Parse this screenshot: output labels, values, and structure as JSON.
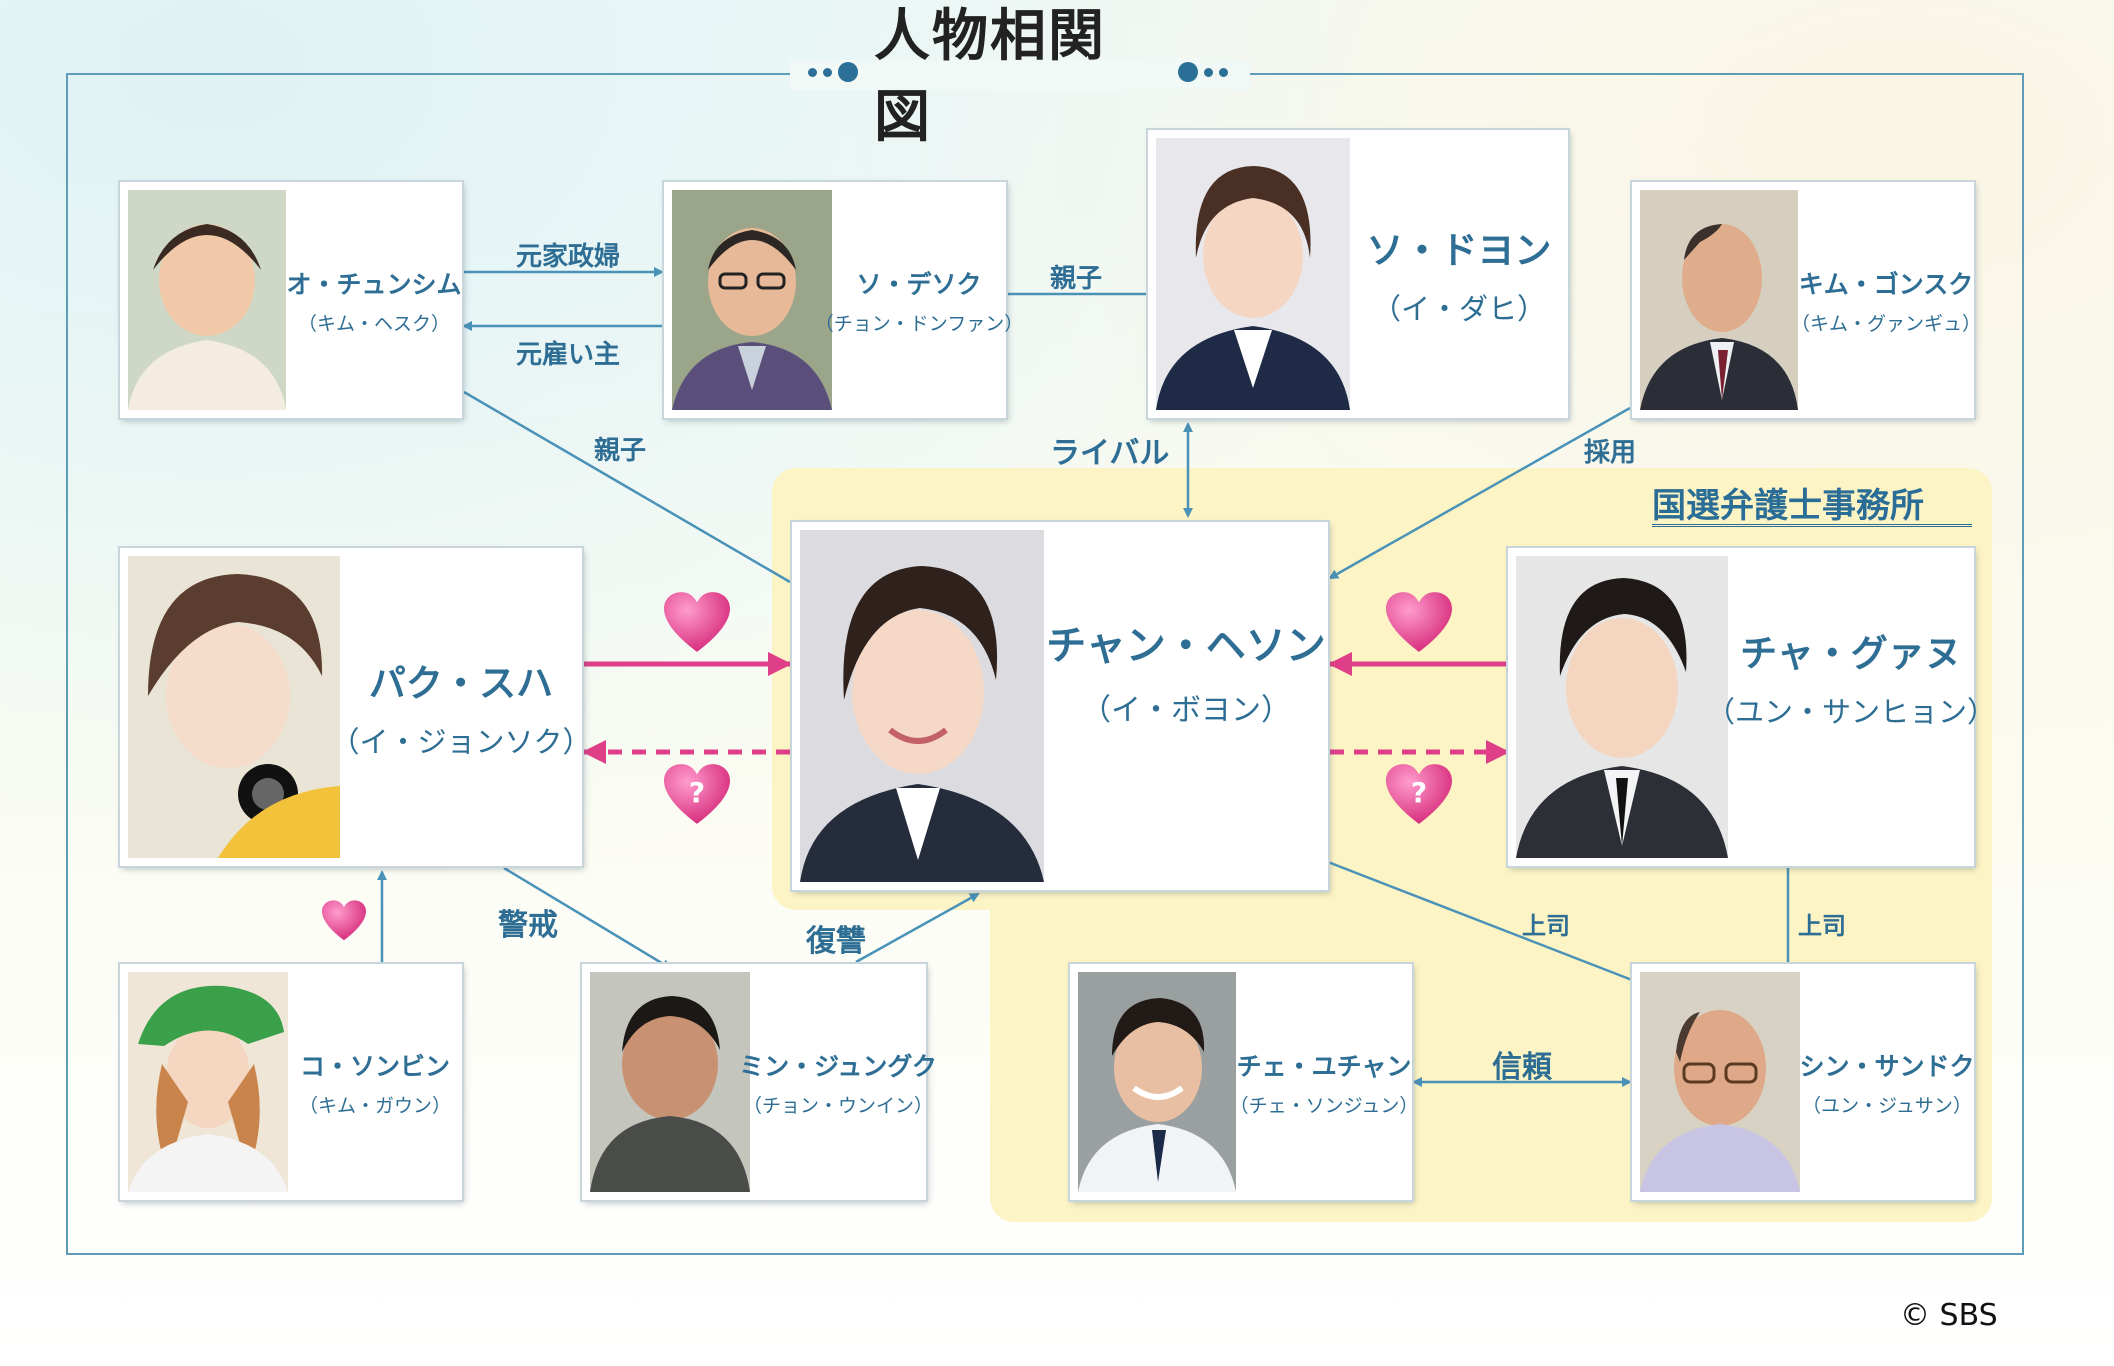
{
  "title": "人物相関図",
  "office": {
    "label": "国選弁護士事務所"
  },
  "characters": {
    "oh": {
      "name": "オ・チュンシム",
      "actor": "（キム・ヘスク）"
    },
    "seo": {
      "name": "ソ・デソク",
      "actor": "（チョン・ドンファン）"
    },
    "doyeon": {
      "name": "ソ・ドヨン",
      "actor": "（イ・ダヒ）"
    },
    "kim": {
      "name": "キム・ゴンスク",
      "actor": "（キム・グァンギュ）"
    },
    "park": {
      "name": "パク・スハ",
      "actor": "（イ・ジョンソク）"
    },
    "jang": {
      "name": "チャン・ヘソン",
      "actor": "（イ・ボヨン）"
    },
    "cha": {
      "name": "チャ・グァヌ",
      "actor": "（ユン・サンヒョン）"
    },
    "go": {
      "name": "コ・ソンビン",
      "actor": "（キム・ガウン）"
    },
    "min": {
      "name": "ミン・ジュングク",
      "actor": "（チョン・ウンイン）"
    },
    "choi": {
      "name": "チェ・ユチャン",
      "actor": "（チェ・ソンジュン）"
    },
    "shin": {
      "name": "シン・サンドク",
      "actor": "（ユン・ジュサン）"
    }
  },
  "relations": {
    "housekeeper": "元家政婦",
    "employer": "元雇い主",
    "parent1": "親子",
    "parent2": "親子",
    "rival": "ライバル",
    "hired": "採用",
    "caution": "警戒",
    "revenge": "復讐",
    "boss1": "上司",
    "boss2": "上司",
    "trust": "信頼",
    "question": "?"
  },
  "colors": {
    "line": "#4a92b8",
    "love": "#df3f88",
    "office": "#fcf4c4"
  },
  "copyright": "© SBS"
}
